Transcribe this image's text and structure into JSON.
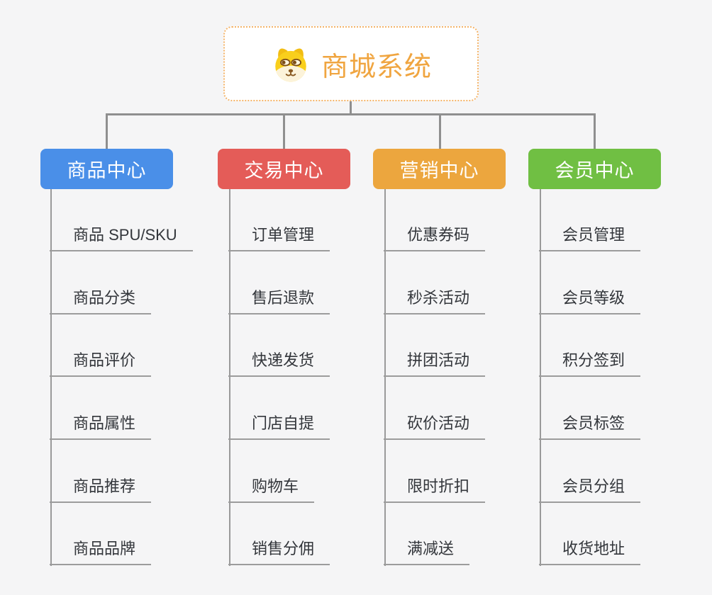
{
  "root": {
    "title": "商城系统",
    "icon": "dog-face-icon"
  },
  "branches": [
    {
      "label": "商品中心",
      "color": "#4a8fe8",
      "children": [
        "商品 SPU/SKU",
        "商品分类",
        "商品评价",
        "商品属性",
        "商品推荐",
        "商品品牌"
      ]
    },
    {
      "label": "交易中心",
      "color": "#e45c58",
      "children": [
        "订单管理",
        "售后退款",
        "快递发货",
        "门店自提",
        "购物车",
        "销售分佣"
      ]
    },
    {
      "label": "营销中心",
      "color": "#eca63e",
      "children": [
        "优惠券码",
        "秒杀活动",
        "拼团活动",
        "砍价活动",
        "限时折扣",
        "满减送"
      ]
    },
    {
      "label": "会员中心",
      "color": "#70bf43",
      "children": [
        "会员管理",
        "会员等级",
        "积分签到",
        "会员标签",
        "会员分组",
        "收货地址"
      ]
    }
  ],
  "colors": {
    "background": "#f5f5f6",
    "connector": "#8f8f8f",
    "leaf_underline": "#9c9c9c",
    "leaf_text": "#33363b",
    "root_border": "#f4b469",
    "root_title": "#f0a540"
  }
}
